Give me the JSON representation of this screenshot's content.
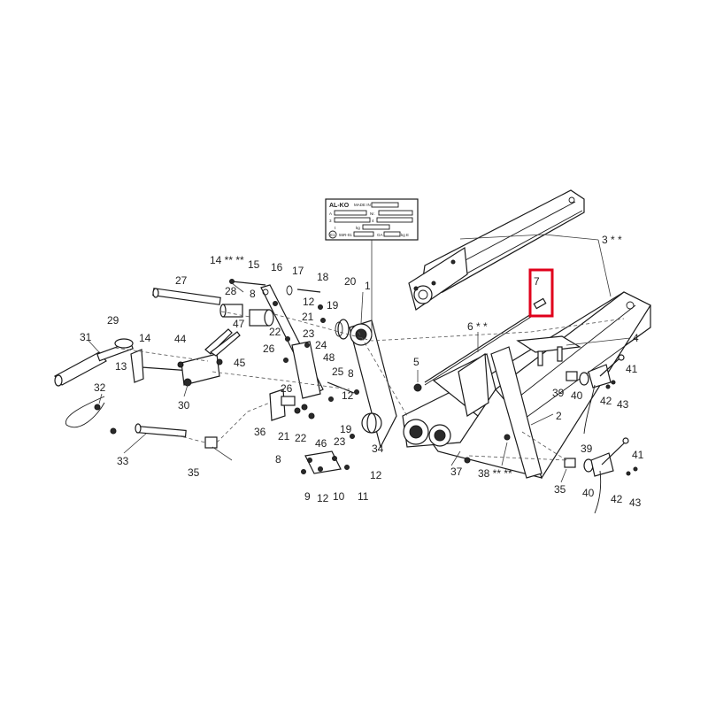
{
  "highlight": {
    "part": "7",
    "color": "#e0001b"
  },
  "nameplate": {
    "brand": "AL-KO",
    "made_in": "MADE IN",
    "row_a": "A",
    "row_nr": "Nr.",
    "row_3": "3",
    "row_4": "4",
    "row_t": "t",
    "row_kg": "kg",
    "approval": "E1",
    "code": "55R-01",
    "ga": "GA",
    "kgE": "kg E"
  },
  "callouts": [
    {
      "id": "c1",
      "text": "1"
    },
    {
      "id": "c2",
      "text": "2"
    },
    {
      "id": "c3",
      "text": "3 * *"
    },
    {
      "id": "c4",
      "text": "4"
    },
    {
      "id": "c5",
      "text": "5"
    },
    {
      "id": "c6",
      "text": "6 * *"
    },
    {
      "id": "c7",
      "text": "7"
    },
    {
      "id": "c8a",
      "text": "8"
    },
    {
      "id": "c8b",
      "text": "8"
    },
    {
      "id": "c8c",
      "text": "8"
    },
    {
      "id": "c9",
      "text": "9"
    },
    {
      "id": "c10",
      "text": "10"
    },
    {
      "id": "c11",
      "text": "11"
    },
    {
      "id": "c12a",
      "text": "12"
    },
    {
      "id": "c12b",
      "text": "12"
    },
    {
      "id": "c12c",
      "text": "12"
    },
    {
      "id": "c12d",
      "text": "12"
    },
    {
      "id": "c13",
      "text": "13"
    },
    {
      "id": "c14a",
      "text": "14 ** **"
    },
    {
      "id": "c14b",
      "text": "14"
    },
    {
      "id": "c15",
      "text": "15"
    },
    {
      "id": "c16",
      "text": "16"
    },
    {
      "id": "c17",
      "text": "17"
    },
    {
      "id": "c18",
      "text": "18"
    },
    {
      "id": "c19a",
      "text": "19"
    },
    {
      "id": "c19b",
      "text": "19"
    },
    {
      "id": "c20",
      "text": "20"
    },
    {
      "id": "c21a",
      "text": "21"
    },
    {
      "id": "c21b",
      "text": "21"
    },
    {
      "id": "c22a",
      "text": "22"
    },
    {
      "id": "c22b",
      "text": "22"
    },
    {
      "id": "c23a",
      "text": "23"
    },
    {
      "id": "c23b",
      "text": "23"
    },
    {
      "id": "c24",
      "text": "24"
    },
    {
      "id": "c25",
      "text": "25"
    },
    {
      "id": "c26a",
      "text": "26"
    },
    {
      "id": "c26b",
      "text": "26"
    },
    {
      "id": "c27",
      "text": "27"
    },
    {
      "id": "c28",
      "text": "28"
    },
    {
      "id": "c29",
      "text": "29"
    },
    {
      "id": "c30",
      "text": "30"
    },
    {
      "id": "c31",
      "text": "31"
    },
    {
      "id": "c32",
      "text": "32"
    },
    {
      "id": "c33",
      "text": "33"
    },
    {
      "id": "c34",
      "text": "34"
    },
    {
      "id": "c35a",
      "text": "35"
    },
    {
      "id": "c35b",
      "text": "35"
    },
    {
      "id": "c36",
      "text": "36"
    },
    {
      "id": "c37",
      "text": "37"
    },
    {
      "id": "c38",
      "text": "38 ** **"
    },
    {
      "id": "c39a",
      "text": "39"
    },
    {
      "id": "c39b",
      "text": "39"
    },
    {
      "id": "c40a",
      "text": "40"
    },
    {
      "id": "c40b",
      "text": "40"
    },
    {
      "id": "c41a",
      "text": "41"
    },
    {
      "id": "c41b",
      "text": "41"
    },
    {
      "id": "c42a",
      "text": "42"
    },
    {
      "id": "c42b",
      "text": "42"
    },
    {
      "id": "c43a",
      "text": "43"
    },
    {
      "id": "c43b",
      "text": "43"
    },
    {
      "id": "c44",
      "text": "44"
    },
    {
      "id": "c45",
      "text": "45"
    },
    {
      "id": "c46",
      "text": "46"
    },
    {
      "id": "c47",
      "text": "47"
    },
    {
      "id": "c48",
      "text": "48"
    }
  ]
}
